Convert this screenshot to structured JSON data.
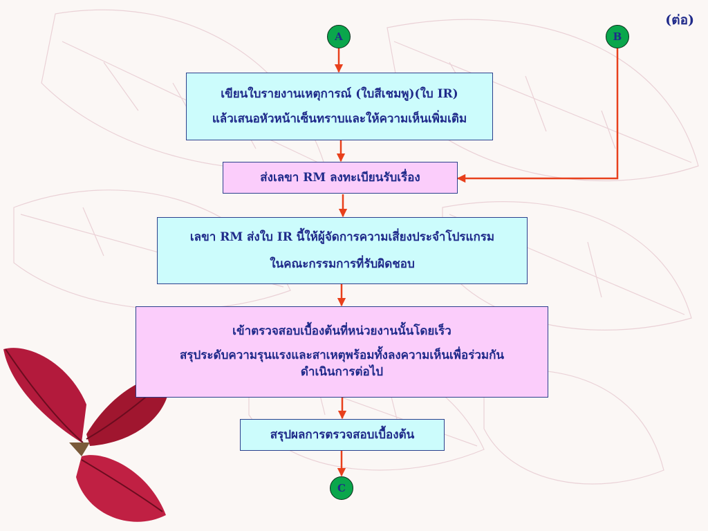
{
  "continued_label": "(ต่อ)",
  "connectors": {
    "a": "A",
    "b": "B",
    "c": "C"
  },
  "steps": [
    {
      "lines": [
        "เขียนใบรายงานเหตุการณ์ (ใบสีเชมพู)(ใบ IR)",
        "แล้วเสนอหัวหน้าเซ็นทราบและให้ความเห็นเพิ่มเติม"
      ]
    },
    {
      "lines": [
        "ส่งเลขา RM ลงทะเบียนรับเรื่อง"
      ]
    },
    {
      "lines": [
        "เลขา RM ส่งใบ IR นี้ให้ผู้จัดการความเสี่ยงประจำโปรแกรม",
        "ในคณะกรรมการที่รับผิดชอบ"
      ]
    },
    {
      "lines": [
        "เข้าตรวจสอบเบื้องต้นที่หน่วยงานนั้นโดยเร็ว",
        "สรุประดับความรุนแรงและสาเหตุพร้อมทั้งลงความเห็นเพื่อร่วมกัน",
        "ดำเนินการต่อไป"
      ]
    },
    {
      "lines": [
        "สรุปผลการตรวจสอบเบื้องต้น"
      ]
    }
  ],
  "colors": {
    "box_cyan": "#ccfcfc",
    "box_pink": "#fbcdfb",
    "text": "#1f2a8a",
    "arrow": "#e8401c",
    "connector": "#0aa64c",
    "leaf": "#b31a3c"
  }
}
